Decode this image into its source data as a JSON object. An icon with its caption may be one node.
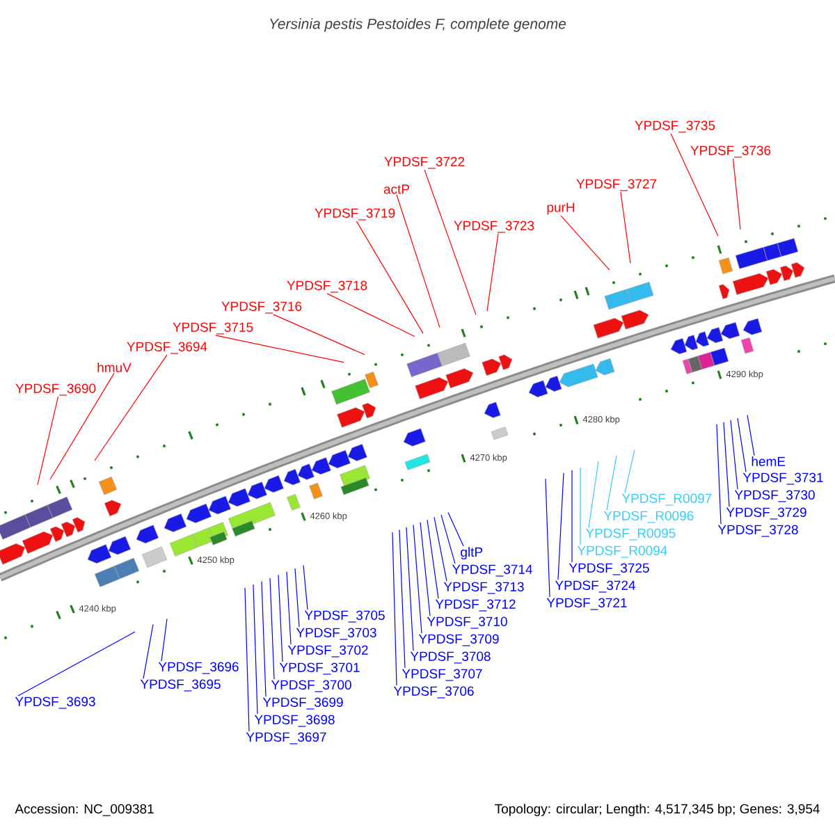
{
  "diagram": {
    "title": "Yersinia pestis Pestoides F, complete genome",
    "nodes": [
      {
        "text": [
          "YPDSF_3690"
        ]
      },
      {
        "text": [
          "hmuV"
        ]
      },
      {
        "text": [
          "YPDSF_3694"
        ]
      },
      {
        "text": [
          "YPDSF_3715"
        ]
      },
      {
        "text": [
          "YPDSF_3716"
        ]
      },
      {
        "text": [
          "YPDSF_3718"
        ]
      },
      {
        "text": [
          "YPDSF_3719"
        ]
      },
      {
        "text": [
          "actP"
        ]
      },
      {
        "text": [
          "YPDSF_3722"
        ]
      },
      {
        "text": [
          "YPDSF_3723"
        ]
      },
      {
        "text": [
          "purH"
        ]
      },
      {
        "text": [
          "YPDSF_3727"
        ]
      },
      {
        "text": [
          "YPDSF_3735"
        ]
      },
      {
        "text": [
          "YPDSF_3736"
        ]
      },
      {
        "text": [
          "YPDSF_3693"
        ]
      },
      {
        "text": [
          "YPDSF_3695"
        ]
      },
      {
        "text": [
          "YPDSF_3696"
        ]
      },
      {
        "text": [
          "YPDSF_3697"
        ]
      },
      {
        "text": [
          "YPDSF_3698"
        ]
      },
      {
        "text": [
          "YPDSF_3699"
        ]
      },
      {
        "text": [
          "YPDSF_3700"
        ]
      },
      {
        "text": [
          "YPDSF_3701"
        ]
      },
      {
        "text": [
          "YPDSF_3702"
        ]
      },
      {
        "text": [
          "YPDSF_3703"
        ]
      },
      {
        "text": [
          "YPDSF_3705"
        ]
      },
      {
        "text": [
          "YPDSF_3706"
        ]
      },
      {
        "text": [
          "YPDSF_3707"
        ]
      },
      {
        "text": [
          "YPDSF_3708"
        ]
      },
      {
        "text": [
          "YPDSF_3709"
        ]
      },
      {
        "text": [
          "YPDSF_3710"
        ]
      },
      {
        "text": [
          "YPDSF_3712"
        ]
      },
      {
        "text": [
          "YPDSF_3713"
        ]
      },
      {
        "text": [
          "YPDSF_3714"
        ]
      },
      {
        "text": [
          "gltP"
        ]
      },
      {
        "text": [
          "YPDSF_3721"
        ]
      },
      {
        "text": [
          "YPDSF_3724"
        ]
      },
      {
        "text": [
          "YPDSF_3725"
        ]
      },
      {
        "text": [
          "YPDSF_R0094"
        ]
      },
      {
        "text": [
          "YPDSF_R0095"
        ]
      },
      {
        "text": [
          "YPDSF_R0096"
        ]
      },
      {
        "text": [
          "YPDSF_R0097"
        ]
      },
      {
        "text": [
          "YPDSF_3728"
        ]
      },
      {
        "text": [
          "YPDSF_3729"
        ]
      },
      {
        "text": [
          "YPDSF_3730"
        ]
      },
      {
        "text": [
          "YPDSF_3731"
        ]
      },
      {
        "text": [
          "hemE"
        ]
      }
    ],
    "edges": [
      {
        "from": 0,
        "to": null,
        "arrow": "none",
        "color": "#ff0000"
      },
      {
        "from": 1,
        "to": null,
        "arrow": "none",
        "color": "#ff0000"
      },
      {
        "from": 2,
        "to": null,
        "arrow": "none",
        "color": "#ff0000"
      },
      {
        "from": 3,
        "to": null,
        "arrow": "none",
        "color": "#ff0000"
      },
      {
        "from": 4,
        "to": null,
        "arrow": "none",
        "color": "#ff0000"
      },
      {
        "from": 5,
        "to": null,
        "arrow": "none",
        "color": "#ff0000"
      },
      {
        "from": 6,
        "to": null,
        "arrow": "none",
        "color": "#ff0000"
      },
      {
        "from": 7,
        "to": null,
        "arrow": "none",
        "color": "#ff0000"
      },
      {
        "from": 8,
        "to": null,
        "arrow": "none",
        "color": "#ff0000"
      },
      {
        "from": 9,
        "to": null,
        "arrow": "none",
        "color": "#ff0000"
      },
      {
        "from": 10,
        "to": null,
        "arrow": "none",
        "color": "#ff0000"
      },
      {
        "from": 11,
        "to": null,
        "arrow": "none",
        "color": "#ff0000"
      },
      {
        "from": 12,
        "to": null,
        "arrow": "none",
        "color": "#ff0000"
      },
      {
        "from": 13,
        "to": null,
        "arrow": "none",
        "color": "#ff0000"
      },
      {
        "from": 14,
        "to": null,
        "arrow": "none"
      },
      {
        "from": 15,
        "to": null,
        "arrow": "none"
      },
      {
        "from": 16,
        "to": null,
        "arrow": "none"
      },
      {
        "from": 17,
        "to": null,
        "arrow": "none"
      },
      {
        "from": 18,
        "to": null,
        "arrow": "none"
      },
      {
        "from": 19,
        "to": null,
        "arrow": "none"
      },
      {
        "from": 20,
        "to": null,
        "arrow": "none"
      },
      {
        "from": 21,
        "to": null,
        "arrow": "none"
      },
      {
        "from": 22,
        "to": null,
        "arrow": "none"
      },
      {
        "from": 23,
        "to": null,
        "arrow": "none"
      },
      {
        "from": 24,
        "to": null,
        "arrow": "none"
      },
      {
        "from": 25,
        "to": null,
        "arrow": "none"
      },
      {
        "from": 26,
        "to": null,
        "arrow": "none"
      },
      {
        "from": 27,
        "to": null,
        "arrow": "none"
      },
      {
        "from": 28,
        "to": null,
        "arrow": "none"
      },
      {
        "from": 29,
        "to": null,
        "arrow": "none"
      },
      {
        "from": 30,
        "to": null,
        "arrow": "none"
      },
      {
        "from": 31,
        "to": null,
        "arrow": "none"
      },
      {
        "from": 32,
        "to": null,
        "arrow": "none"
      },
      {
        "from": 33,
        "to": null,
        "arrow": "none"
      },
      {
        "from": 34,
        "to": null,
        "arrow": "none"
      },
      {
        "from": 35,
        "to": null,
        "arrow": "none"
      },
      {
        "from": 36,
        "to": null,
        "arrow": "none"
      },
      {
        "from": 37,
        "to": null,
        "arrow": "none",
        "color": "#33ccff"
      },
      {
        "from": 38,
        "to": null,
        "arrow": "none",
        "color": "#33ccff"
      },
      {
        "from": 39,
        "to": null,
        "arrow": "none",
        "color": "#33ccff"
      },
      {
        "from": 40,
        "to": null,
        "arrow": "none",
        "color": "#33ccff"
      },
      {
        "from": 41,
        "to": null,
        "arrow": "none"
      },
      {
        "from": 42,
        "to": null,
        "arrow": "none"
      },
      {
        "from": 43,
        "to": null,
        "arrow": "none"
      },
      {
        "from": 44,
        "to": null,
        "arrow": "none"
      },
      {
        "from": 45,
        "to": null,
        "arrow": "none"
      }
    ],
    "labels": [
      "4240 kbp",
      "4250 kbp",
      "4260 kbp",
      "4270 kbp",
      "4280 kbp",
      "4290 kbp",
      "Accession: NC_009381",
      "Topology: circular; Length: 4,517,345 bp; Genes: 3,954"
    ]
  }
}
